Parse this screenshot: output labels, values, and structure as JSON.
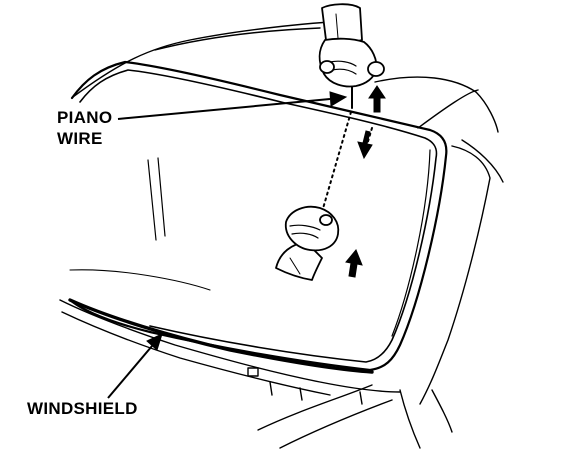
{
  "labels": {
    "piano_wire_line1": "PIANO",
    "piano_wire_line2": "WIRE",
    "windshield": "WINDSHIELD"
  },
  "colors": {
    "ink": "#000000",
    "paper": "#ffffff"
  },
  "icons": {
    "upper_hand": "hand-pulling-wire-icon",
    "lower_hand": "hand-holding-wire-icon",
    "pull_up_arrow": "up-arrow-icon",
    "push_arrow": "up-arrow-icon",
    "wire_direction_arrow": "down-arrow-icon"
  }
}
